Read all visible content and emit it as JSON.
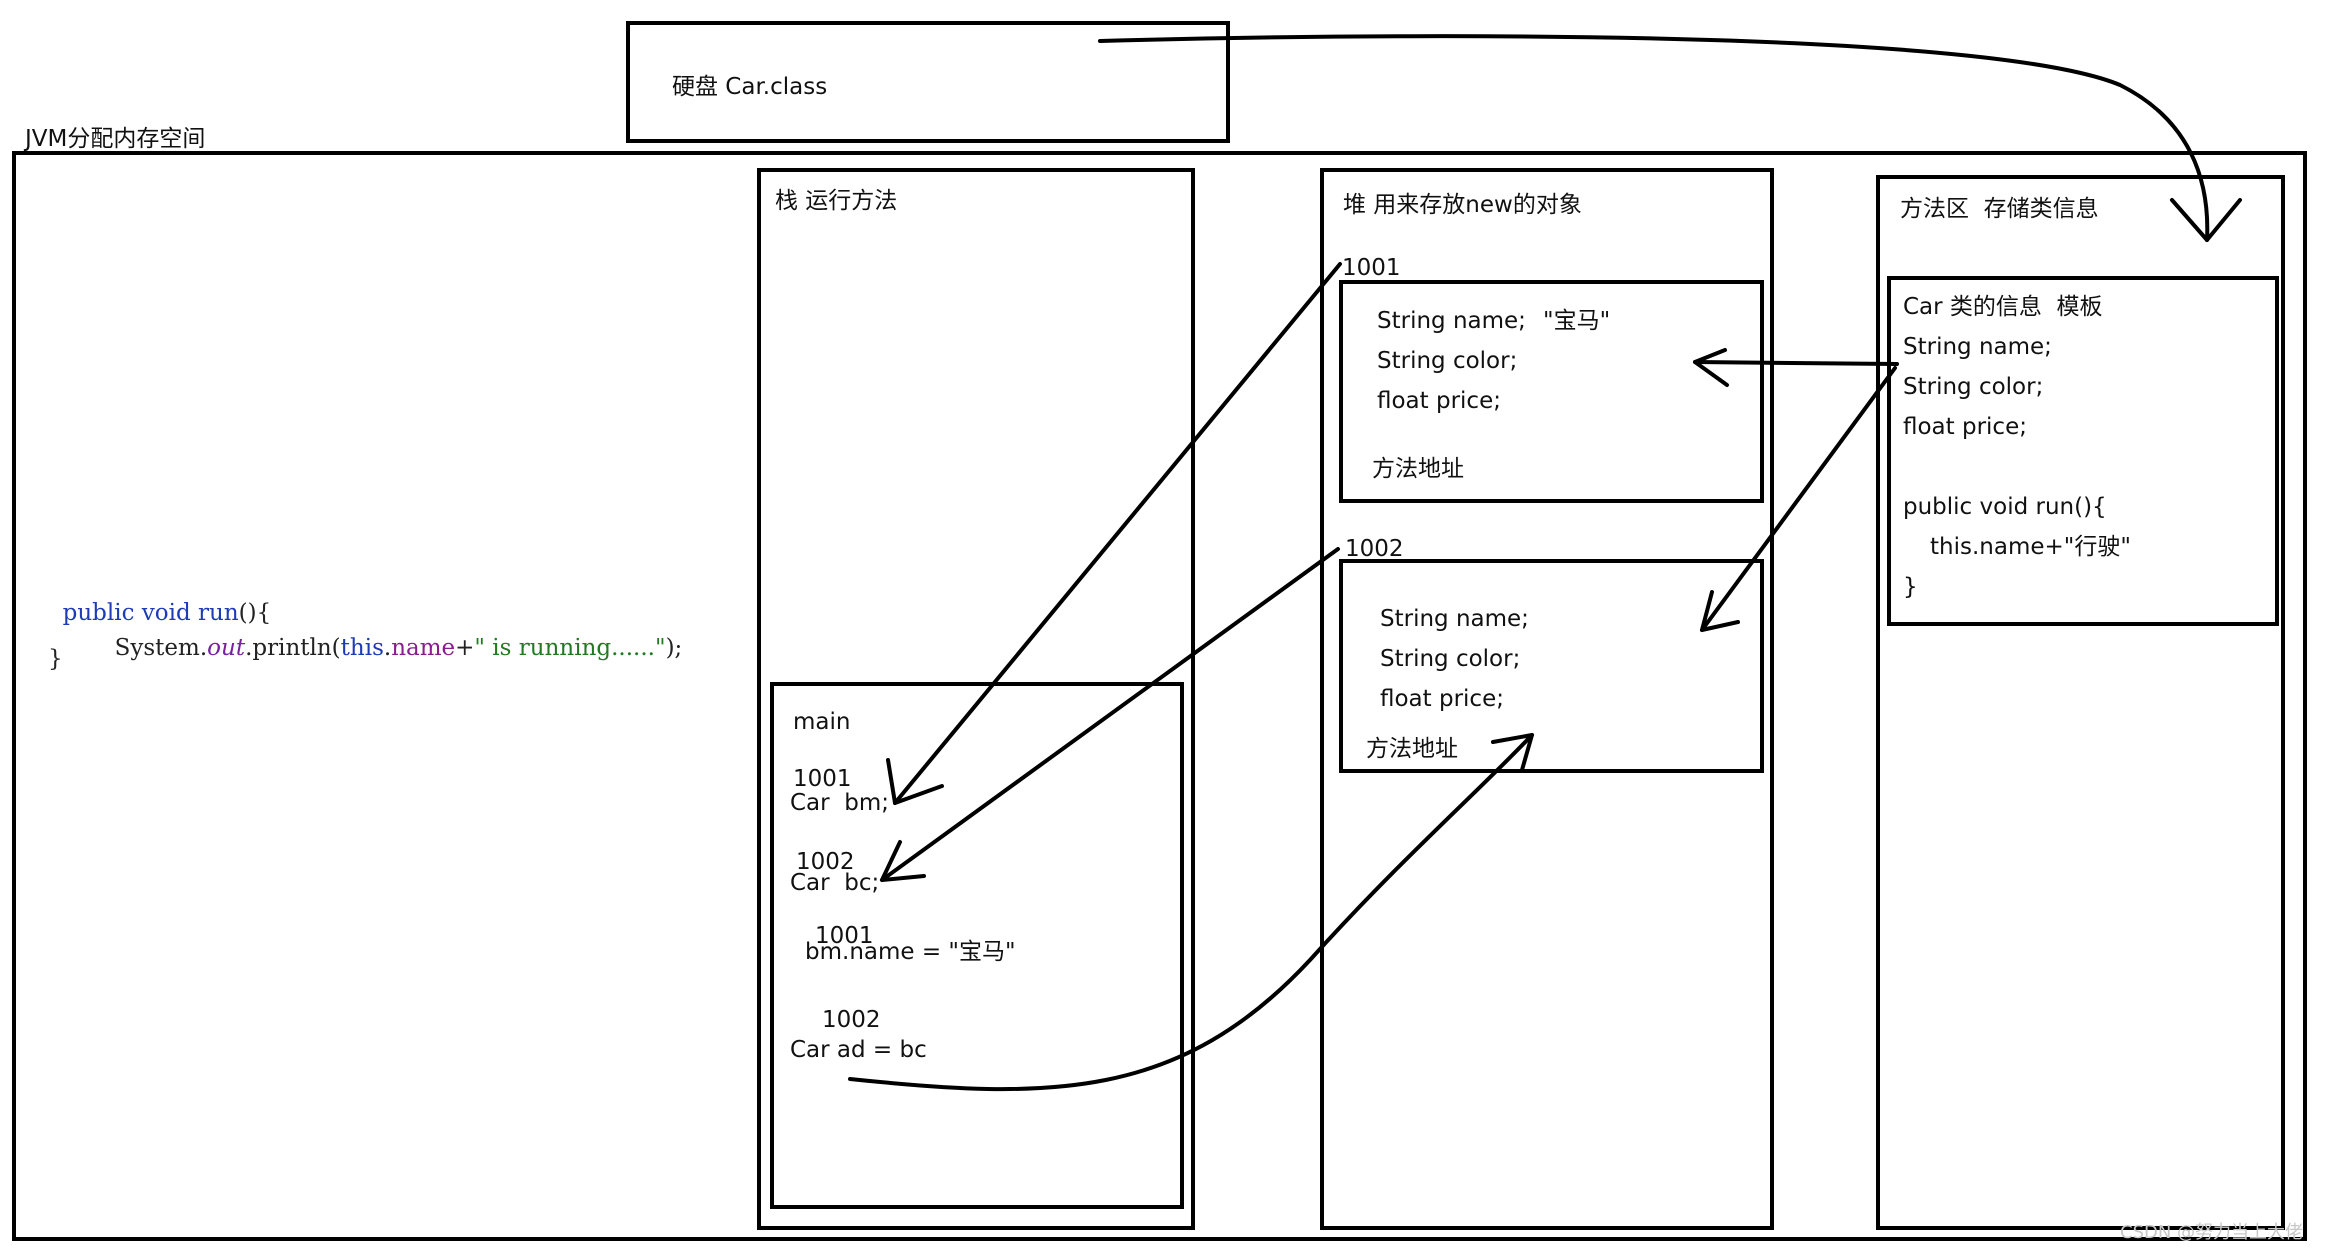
{
  "disk": {
    "label": "硬盘 Car.class"
  },
  "jvm": {
    "title": "JVM分配内存空间"
  },
  "code": {
    "line1": {
      "kw_public": "public",
      "kw_void": "void",
      "method": "run",
      "paren": "(){"
    },
    "line2": {
      "system": "System.",
      "out": "out",
      "println": ".println(",
      "this": "this",
      "dot": ".",
      "name": "name",
      "plus": "+",
      "str": "\" is running......\"",
      "close": ");"
    },
    "line3": "}"
  },
  "stack": {
    "title": "栈 运行方法",
    "main": {
      "label": "main",
      "addr1": "1001",
      "decl1": "Car  bm;",
      "addr2": "1002",
      "decl2": "Car  bc;",
      "addr3": "1001",
      "assign": "bm.name = \"宝马\"",
      "addr4": "1002",
      "assign2": "Car ad = bc"
    }
  },
  "heap": {
    "title": "堆 用来存放new的对象",
    "obj1": {
      "address": "1001",
      "field1": "String name;",
      "value1": "\"宝马\"",
      "field2": "String color;",
      "field3": "float price;",
      "method_addr": "方法地址"
    },
    "obj2": {
      "address": "1002",
      "field1": "String name;",
      "field2": "String color;",
      "field3": "float price;",
      "method_addr": "方法地址"
    }
  },
  "method_area": {
    "title": "方法区  存储类信息",
    "class_info": {
      "header": "Car 类的信息  模板",
      "field1": "String name;",
      "field2": "String color;",
      "field3": "float price;",
      "method_sig": "public void run(){",
      "method_body": "this.name+\"行驶\"",
      "close": "}"
    }
  },
  "watermark": "CSDN @努力当上大佬"
}
